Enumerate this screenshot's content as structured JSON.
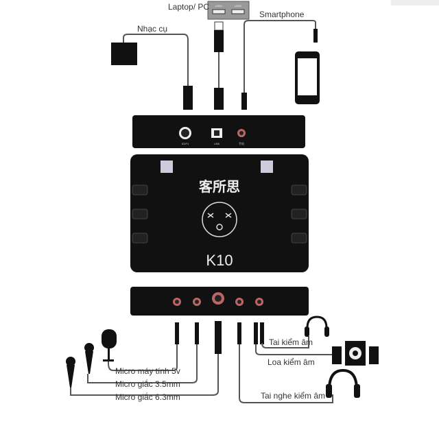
{
  "labels": {
    "laptop_pc": "Laptop/ PC",
    "instrument": "Nhạc cụ",
    "smartphone": "Smartphone",
    "mic_pc_5v": "Micro máy tính 5v",
    "mic_35": "Micro giắc 3.5mm",
    "mic_63": "Micro giắc 6.3mm",
    "earphone_monitor": "Tai kiểm âm",
    "speaker_monitor": "Loa kiểm âm",
    "headphone_monitor": "Tai nghe kiểm âm"
  },
  "device": {
    "brand": "客所思",
    "model": "K10",
    "top_ports": [
      "KDP1",
      "USB",
      "手机"
    ]
  },
  "usb_hub": {
    "ports": [
      "USB1",
      "USB2"
    ]
  }
}
